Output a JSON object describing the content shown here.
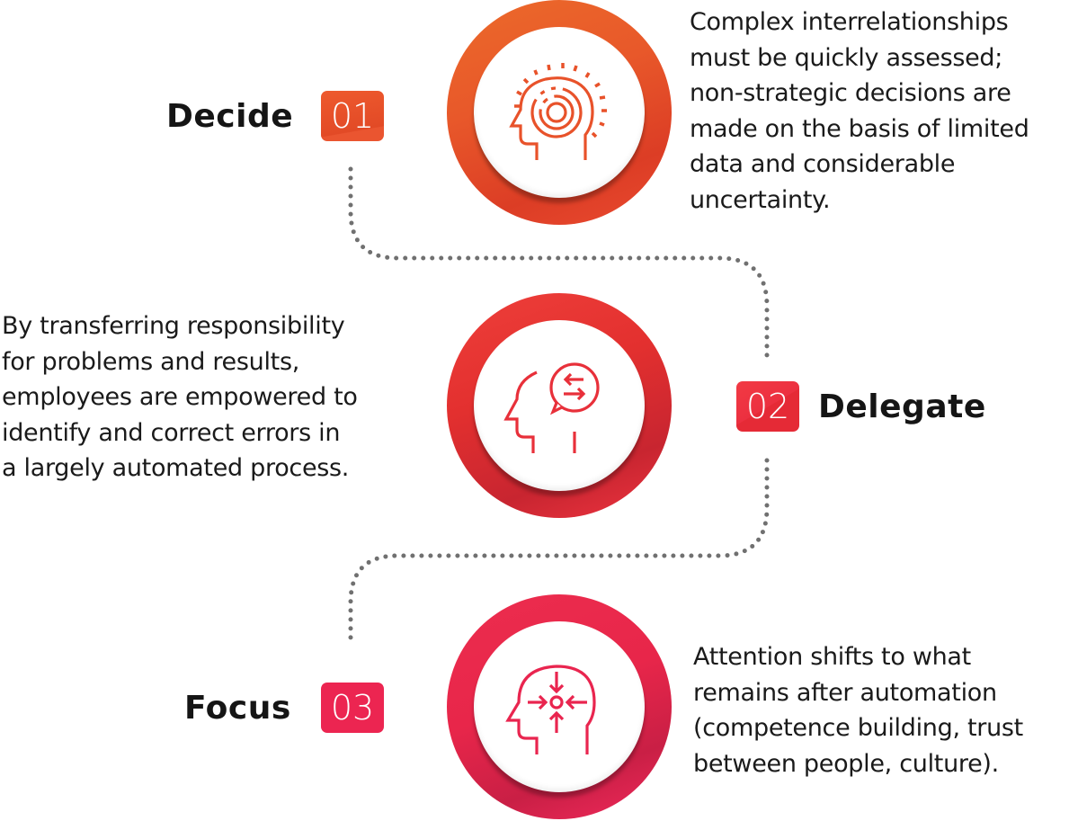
{
  "steps": [
    {
      "number": "01",
      "title": "Decide",
      "icon": "head-radiating-target-icon",
      "color": "#E8522A",
      "description_lines": [
        "Complex interrelationships",
        "must be quickly assessed;",
        "non-strategic decisions are",
        "made on the basis of limited",
        "data and considerable",
        "uncertainty."
      ]
    },
    {
      "number": "02",
      "title": "Delegate",
      "icon": "head-speech-exchange-icon",
      "color": "#E8303A",
      "description_lines": [
        "By transferring responsibility",
        "for problems and results,",
        "employees are empowered to",
        "identify and correct errors in",
        "a largely automated process."
      ]
    },
    {
      "number": "03",
      "title": "Focus",
      "icon": "head-focus-arrows-icon",
      "color": "#E9254F",
      "description_lines": [
        "Attention shifts to what",
        "remains after automation",
        "(competence building, trust",
        "between people, culture)."
      ]
    }
  ],
  "connector": {
    "style": "dotted",
    "color": "#707070"
  }
}
